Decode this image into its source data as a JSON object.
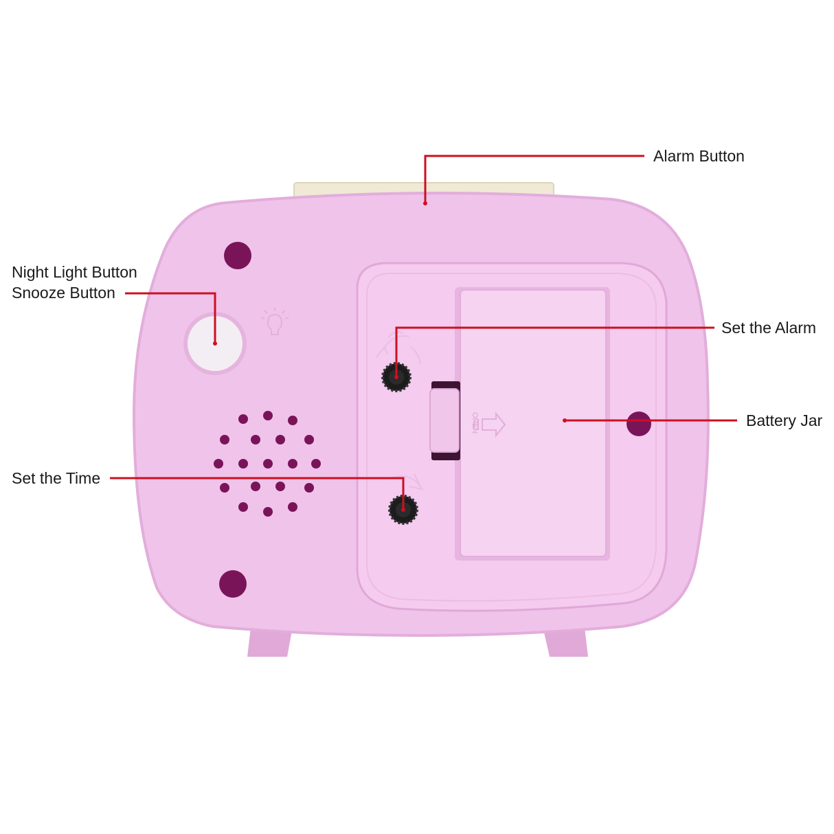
{
  "colors": {
    "body": "#f0c3ea",
    "body_shade": "#e2addb",
    "compartment": "#f5cbef",
    "battery_cover": "#f6d3f1",
    "alarm_button": "#efe9d6",
    "hole": "#7a1459",
    "knob": "#1c1c1c",
    "callout_line": "#cc1020",
    "text": "#1a1a1a"
  },
  "labels": {
    "alarm_button": "Alarm Button",
    "night_light_button": "Night Light Button",
    "snooze_button": "Snooze Button",
    "set_the_alarm": "Set the Alarm",
    "battery_jar": "Battery Jar",
    "set_the_time": "Set the Time"
  },
  "engraving": {
    "open": "OPEN"
  }
}
